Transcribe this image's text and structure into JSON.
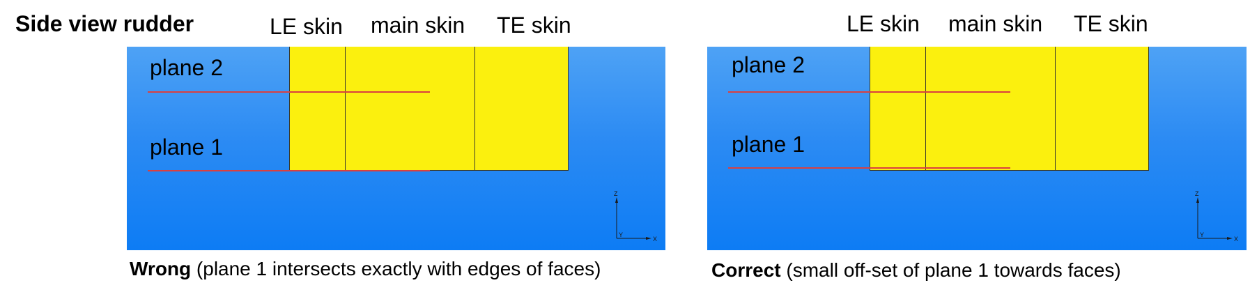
{
  "heading": "Side view rudder",
  "column_labels": [
    "LE skin",
    "main skin",
    "TE skin"
  ],
  "panels": [
    {
      "plane_labels": [
        "plane 2",
        "plane 1"
      ],
      "caption_bold": "Wrong",
      "caption_rest": " (plane 1 intersects exactly with edges of faces)"
    },
    {
      "plane_labels": [
        "plane 2",
        "plane 1"
      ],
      "caption_bold": "Correct",
      "caption_rest": " (small off-set of plane 1 towards faces)"
    }
  ],
  "axis_labels": {
    "z": "Z",
    "y": "Y",
    "x": "X"
  },
  "colors": {
    "background_top": "#4ea2f5",
    "background_bottom": "#0d7cf4",
    "face": "#fbf00e",
    "plane_line": "#d94040"
  }
}
